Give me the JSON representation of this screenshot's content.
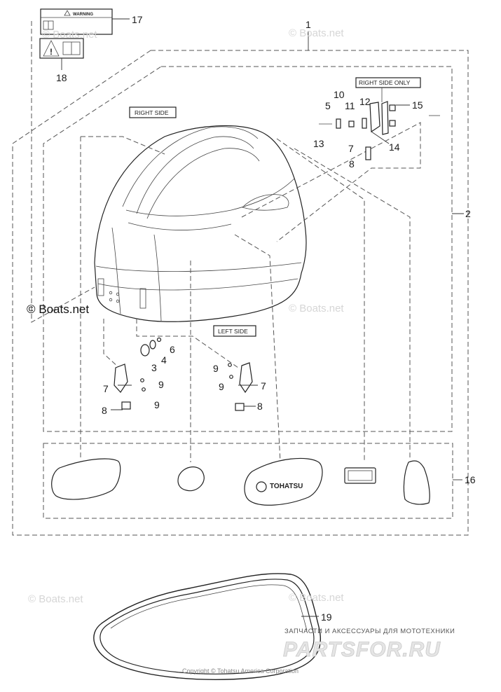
{
  "labels": {
    "right_side": "RIGHT SIDE",
    "right_side_only": "RIGHT SIDE ONLY",
    "left_side": "LEFT SIDE",
    "warning_tag": "WARNING",
    "emblem_text": "TOHATSU"
  },
  "callouts": {
    "c1": "1",
    "c2": "2",
    "c3": "3",
    "c4": "4",
    "c5": "5",
    "c6": "6",
    "c7a": "7",
    "c7b": "7",
    "c7c": "7",
    "c8a": "8",
    "c8b": "8",
    "c8c": "8",
    "c9a": "9",
    "c9b": "9",
    "c9c": "9",
    "c9d": "9",
    "c10": "10",
    "c11": "11",
    "c12": "12",
    "c13": "13",
    "c14": "14",
    "c15": "15",
    "c16": "16",
    "c17": "17",
    "c18": "18",
    "c19": "19"
  },
  "watermarks": {
    "w1": "© Boats.net",
    "w2": "© Boats.net",
    "w3": "© Boats.net",
    "w4": "© Boats.net",
    "w5": "© Boats.net",
    "w6": "© Boats.net"
  },
  "site": {
    "caption": "ЗАПЧАСТИ И АКСЕССУАРЫ ДЛЯ МОТОТЕХНИКИ",
    "logo": "PARTSFOR.RU"
  },
  "copyright": "Copyright © Tohatsu America Corporation"
}
